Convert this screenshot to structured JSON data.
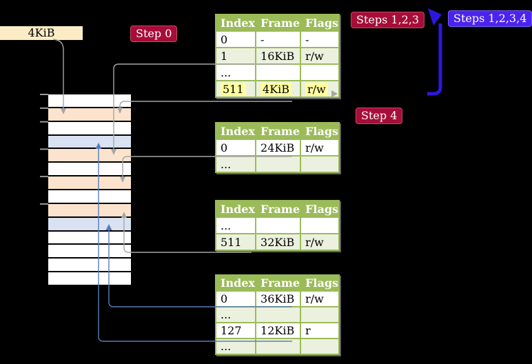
{
  "label_box": {
    "text": "4KiB"
  },
  "badges": {
    "step0": "Step 0",
    "steps123": "Steps 1,2,3",
    "steps1234": "Steps 1,2,3,4",
    "step4": "Step 4"
  },
  "tables": [
    {
      "headers": [
        "Index",
        "Frame",
        "Flags"
      ],
      "rows": [
        {
          "cells": [
            "0",
            "-",
            "-"
          ],
          "tint": false,
          "highlight": false
        },
        {
          "cells": [
            "1",
            "16KiB",
            "r/w"
          ],
          "tint": true,
          "highlight": false
        },
        {
          "cells": [
            "...",
            "",
            ""
          ],
          "tint": false,
          "highlight": false
        },
        {
          "cells": [
            "511",
            "4KiB",
            "r/w"
          ],
          "tint": true,
          "highlight": true
        }
      ]
    },
    {
      "headers": [
        "Index",
        "Frame",
        "Flags"
      ],
      "rows": [
        {
          "cells": [
            "0",
            "24KiB",
            "r/w"
          ],
          "tint": false,
          "highlight": false
        },
        {
          "cells": [
            "...",
            "",
            ""
          ],
          "tint": true,
          "highlight": false
        }
      ]
    },
    {
      "headers": [
        "Index",
        "Frame",
        "Flags"
      ],
      "rows": [
        {
          "cells": [
            "...",
            "",
            ""
          ],
          "tint": false,
          "highlight": false
        },
        {
          "cells": [
            "511",
            "32KiB",
            "r/w"
          ],
          "tint": true,
          "highlight": false
        }
      ]
    },
    {
      "headers": [
        "Index",
        "Frame",
        "Flags"
      ],
      "rows": [
        {
          "cells": [
            "0",
            "36KiB",
            "r/w"
          ],
          "tint": false,
          "highlight": false
        },
        {
          "cells": [
            "...",
            "",
            ""
          ],
          "tint": true,
          "highlight": false
        },
        {
          "cells": [
            "127",
            "12KiB",
            "r"
          ],
          "tint": false,
          "highlight": false
        },
        {
          "cells": [
            "...",
            "",
            ""
          ],
          "tint": true,
          "highlight": false
        }
      ]
    }
  ],
  "memory_stack": {
    "rows": [
      "white",
      "orange",
      "white",
      "blue",
      "orange",
      "white",
      "orange",
      "white",
      "orange",
      "blue",
      "white",
      "white",
      "white",
      "white"
    ]
  },
  "colors": {
    "table_header_green": "#9bbb59",
    "row_tint_green": "#ebf1de",
    "highlight_yellow": "#ffff9d",
    "badge_red": "#a60d39",
    "badge_blue": "#4b23f0",
    "big_arrow_blue": "#2e17dc",
    "connector_grey": "#a6a6a6",
    "connector_blue": "#5b7cb8",
    "memory_orange": "#fbe3cd",
    "memory_blue": "#d9e2f3",
    "label_beige": "#fcecc6"
  }
}
